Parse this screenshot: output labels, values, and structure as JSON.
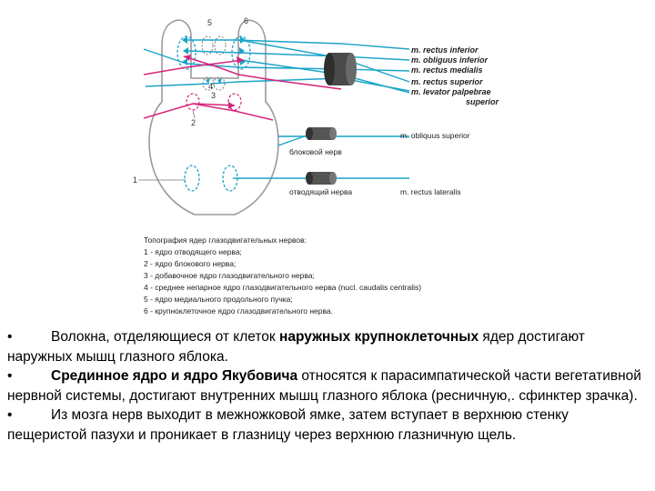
{
  "diagram": {
    "muscle_labels": [
      "m. rectus inferior",
      "m. obliguus inferior",
      "m. rectus medialis",
      "m. rectus superior",
      "m. levator palpebrae",
      "superior"
    ],
    "nerve_labels": {
      "trochlear_nerve": "блоковой нерв",
      "trochlear_muscle": "m. obliquus superior",
      "abducens_nerve": "отводящий нерва",
      "abducens_muscle": "m. rectus lateralis"
    },
    "numbers": {
      "n1": "1",
      "n2": "2",
      "n3": "3",
      "n4": "4",
      "n5": "5",
      "n6": "6"
    },
    "colors": {
      "cyan": "#1aa3c8",
      "magenta": "#d6247a",
      "outline": "#9a9a9a",
      "dark": "#333333"
    }
  },
  "legend": {
    "title": "Топография ядер глазодвигательных нервов:",
    "items": [
      "1 - ядро отводящего нерва;",
      "2 - ядро блокового нерва;",
      "3 - добавочное ядро глазодвигательного нерва;",
      "4 - среднее непарное ядро глазодвигательного нерва (nucl. caudalis centralis)",
      "5 - ядро медиального продольного пучка;",
      "6 - крупноклеточное ядро глазодвигательного нерва."
    ]
  },
  "paragraphs": [
    {
      "bullet": "•",
      "before": "Волокна, отделяющиеся от клеток ",
      "bold": "наружных крупноклеточных",
      "after": " ядер достигают наружных мышц глазного яблока."
    },
    {
      "bullet": "•",
      "before": "",
      "bold": "Срединное ядро и ядро Якубовича",
      "after": " относятся к парасимпатической части вегетативной нервной системы, достигают внутренних мышц глазного яблока (ресничную,. сфинктер зрачка)."
    },
    {
      "bullet": "•",
      "before": "Из мозга нерв выходит в межножковой ямке, затем вступает в верхнюю стенку пещеристой пазухи и проникает в глазницу через верхнюю глазничную щель.",
      "bold": "",
      "after": ""
    }
  ]
}
